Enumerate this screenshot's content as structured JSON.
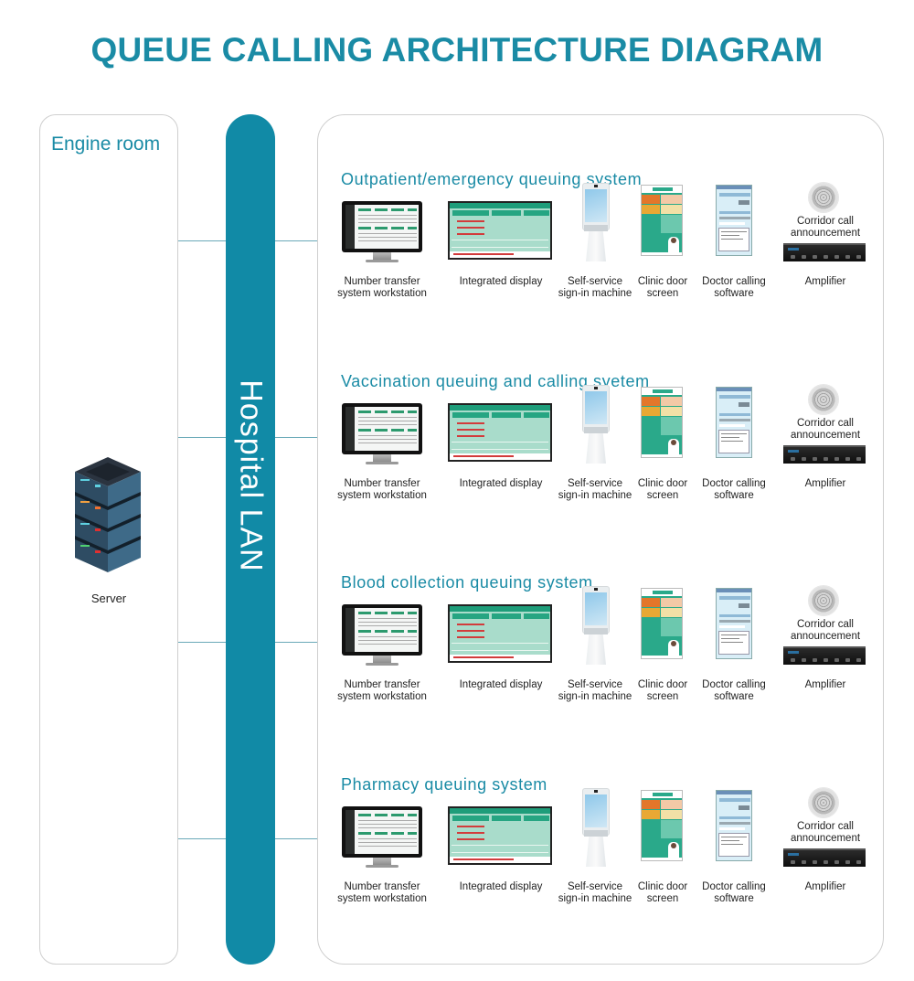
{
  "title": "QUEUE CALLING ARCHITECTURE DIAGRAM",
  "colors": {
    "accent": "#1a8ba5",
    "lan_bar": "#118aa6",
    "panel_border": "#cfcfcf",
    "text": "#222222"
  },
  "engine_room": {
    "title": "Engine room",
    "server": {
      "icon": "server-rack-icon",
      "label": "Server"
    }
  },
  "lan": {
    "label": "Hospital LAN"
  },
  "systems": [
    {
      "title": "Outpatient/emergency queuing system",
      "devices": {
        "workstation": {
          "icon": "monitor-icon",
          "label_line1": "Number transfer",
          "label_line2": "system workstation"
        },
        "display": {
          "icon": "integrated-display-icon",
          "label_line1": "Integrated display"
        },
        "kiosk": {
          "icon": "kiosk-icon",
          "label_line1": "Self-service",
          "label_line2": "sign-in machine"
        },
        "door": {
          "icon": "clinic-door-screen-icon",
          "label_line1": "Clinic door",
          "label_line2": "screen"
        },
        "software": {
          "icon": "calling-software-icon",
          "label_line1": "Doctor calling",
          "label_line2": "software"
        },
        "speaker": {
          "icon": "ceiling-speaker-icon",
          "label_line1": "Corridor call",
          "label_line2": "announcement"
        },
        "amplifier": {
          "icon": "amplifier-icon",
          "label_line1": "Amplifier"
        }
      }
    },
    {
      "title": "Vaccination queuing and calling syetem",
      "devices": {
        "workstation": {
          "icon": "monitor-icon",
          "label_line1": "Number transfer",
          "label_line2": "system workstation"
        },
        "display": {
          "icon": "integrated-display-icon",
          "label_line1": "Integrated display"
        },
        "kiosk": {
          "icon": "kiosk-icon",
          "label_line1": "Self-service",
          "label_line2": "sign-in machine"
        },
        "door": {
          "icon": "clinic-door-screen-icon",
          "label_line1": "Clinic door",
          "label_line2": "screen"
        },
        "software": {
          "icon": "calling-software-icon",
          "label_line1": "Doctor calling",
          "label_line2": "software"
        },
        "speaker": {
          "icon": "ceiling-speaker-icon",
          "label_line1": "Corridor call",
          "label_line2": "announcement"
        },
        "amplifier": {
          "icon": "amplifier-icon",
          "label_line1": "Amplifier"
        }
      }
    },
    {
      "title": "Blood collection queuing system",
      "devices": {
        "workstation": {
          "icon": "monitor-icon",
          "label_line1": "Number transfer",
          "label_line2": "system workstation"
        },
        "display": {
          "icon": "integrated-display-icon",
          "label_line1": "Integrated display"
        },
        "kiosk": {
          "icon": "kiosk-icon",
          "label_line1": "Self-service",
          "label_line2": "sign-in machine"
        },
        "door": {
          "icon": "clinic-door-screen-icon",
          "label_line1": "Clinic door",
          "label_line2": "screen"
        },
        "software": {
          "icon": "calling-software-icon",
          "label_line1": "Doctor calling",
          "label_line2": "software"
        },
        "speaker": {
          "icon": "ceiling-speaker-icon",
          "label_line1": "Corridor call",
          "label_line2": "announcement"
        },
        "amplifier": {
          "icon": "amplifier-icon",
          "label_line1": "Amplifier"
        }
      }
    },
    {
      "title": "Pharmacy queuing system",
      "devices": {
        "workstation": {
          "icon": "monitor-icon",
          "label_line1": "Number transfer",
          "label_line2": "system workstation"
        },
        "display": {
          "icon": "integrated-display-icon",
          "label_line1": "Integrated display"
        },
        "kiosk": {
          "icon": "kiosk-icon",
          "label_line1": "Self-service",
          "label_line2": "sign-in machine"
        },
        "door": {
          "icon": "clinic-door-screen-icon",
          "label_line1": "Clinic door",
          "label_line2": "screen"
        },
        "software": {
          "icon": "calling-software-icon",
          "label_line1": "Doctor calling",
          "label_line2": "software"
        },
        "speaker": {
          "icon": "ceiling-speaker-icon",
          "label_line1": "Corridor call",
          "label_line2": "announcement"
        },
        "amplifier": {
          "icon": "amplifier-icon",
          "label_line1": "Amplifier"
        }
      }
    }
  ]
}
